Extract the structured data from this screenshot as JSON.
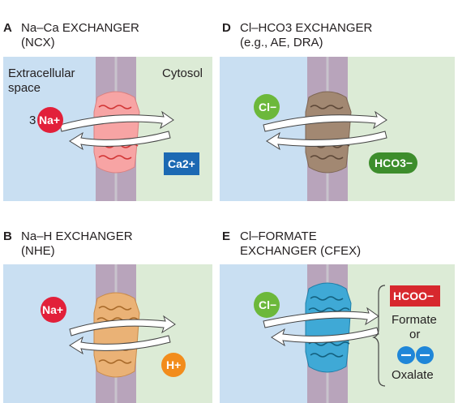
{
  "panels": {
    "A": {
      "letter": "A",
      "title": "Na–Ca EXCHANGER",
      "subtitle": "(NCX)",
      "extracellular_label": "Extracellular",
      "space_label": "space",
      "cytosol_label": "Cytosol",
      "stoich": "3",
      "ion_in": "Na+",
      "ion_out": "Ca2+"
    },
    "B": {
      "letter": "B",
      "title": "Na–H EXCHANGER",
      "subtitle": "(NHE)",
      "ion_in": "Na+",
      "ion_out": "H+"
    },
    "D": {
      "letter": "D",
      "title": "Cl–HCO3 EXCHANGER",
      "subtitle": "(e.g., AE, DRA)",
      "ion_in": "Cl−",
      "ion_out": "HCO3−"
    },
    "E": {
      "letter": "E",
      "title": "Cl–FORMATE",
      "subtitle": "EXCHANGER (CFEX)",
      "ion_in": "Cl−",
      "ion_out": "HCOO−",
      "formate_label": "Formate",
      "or_label": "or",
      "oxalate_label": "Oxalate"
    }
  },
  "colors": {
    "extracellular": "#c9dff2",
    "cytosol": "#dcebd6",
    "membrane": "#b8a4bb",
    "ncx": "#f7a4a4",
    "nhe": "#eab276",
    "ae": "#a28872",
    "cfex": "#3fa9d6",
    "na": "#e2203a",
    "ca": "#1c69b3",
    "cl": "#6cb83b",
    "hco3": "#3d8d2c",
    "h": "#f28c1c",
    "hcoo": "#d7282e",
    "oxalate": "#1f86d8"
  }
}
